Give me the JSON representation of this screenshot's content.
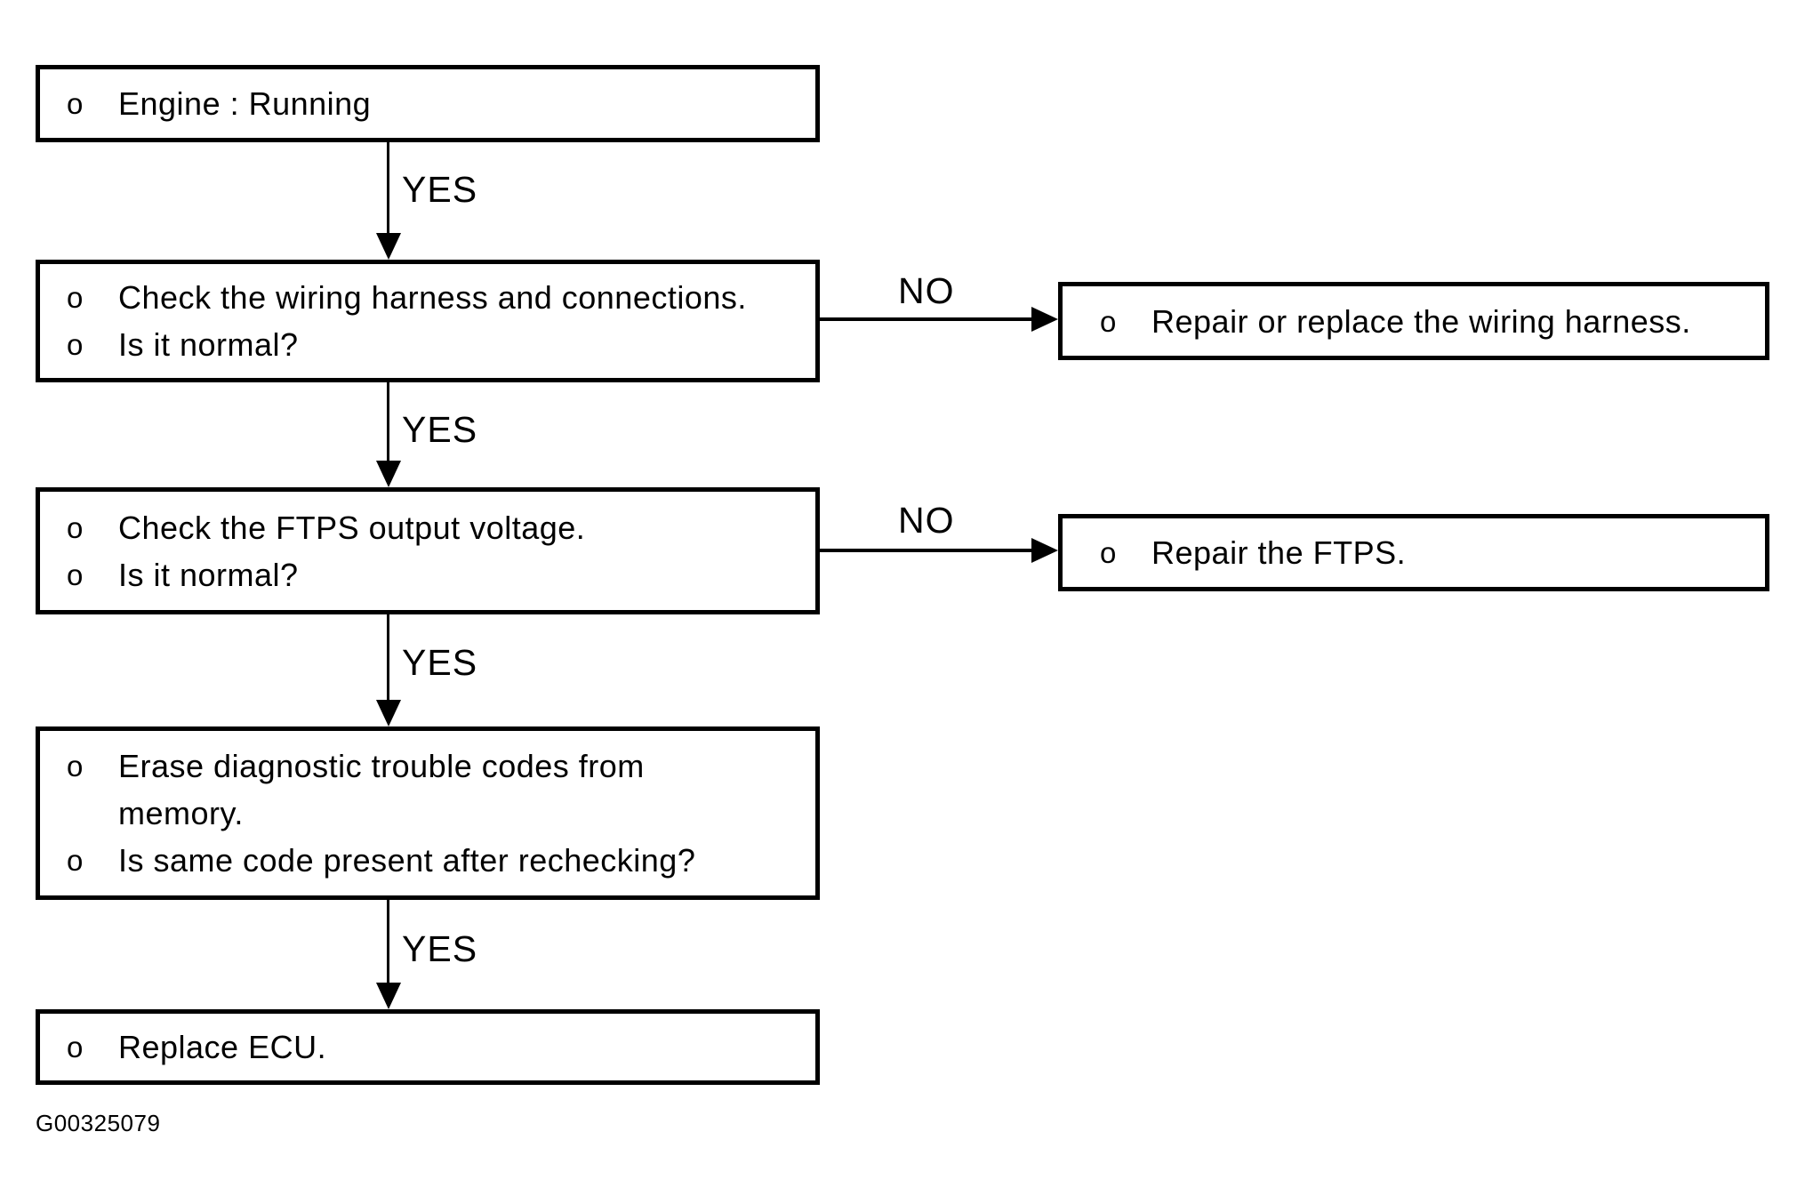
{
  "figure_code": "G00325079",
  "bullet_char": "o",
  "nodes": {
    "start": {
      "items": [
        "Engine : Running"
      ]
    },
    "check_wiring": {
      "items": [
        "Check the wiring harness and connections.",
        "Is it normal?"
      ]
    },
    "repair_wiring": {
      "items": [
        "Repair or replace the wiring harness."
      ]
    },
    "check_ftps": {
      "items": [
        "Check the FTPS output voltage.",
        "Is it normal?"
      ]
    },
    "repair_ftps": {
      "items": [
        "Repair the FTPS."
      ]
    },
    "erase_codes": {
      "items": [
        "Erase diagnostic trouble codes from memory.",
        "Is same code present after rechecking?"
      ]
    },
    "replace_ecu": {
      "items": [
        "Replace ECU."
      ]
    }
  },
  "edges": [
    {
      "from": "start",
      "to": "check_wiring",
      "label": "YES"
    },
    {
      "from": "check_wiring",
      "to": "repair_wiring",
      "label": "NO"
    },
    {
      "from": "check_wiring",
      "to": "check_ftps",
      "label": "YES"
    },
    {
      "from": "check_ftps",
      "to": "repair_ftps",
      "label": "NO"
    },
    {
      "from": "check_ftps",
      "to": "erase_codes",
      "label": "YES"
    },
    {
      "from": "erase_codes",
      "to": "replace_ecu",
      "label": "YES"
    }
  ],
  "colors": {
    "line": "#000000",
    "background": "#ffffff"
  }
}
